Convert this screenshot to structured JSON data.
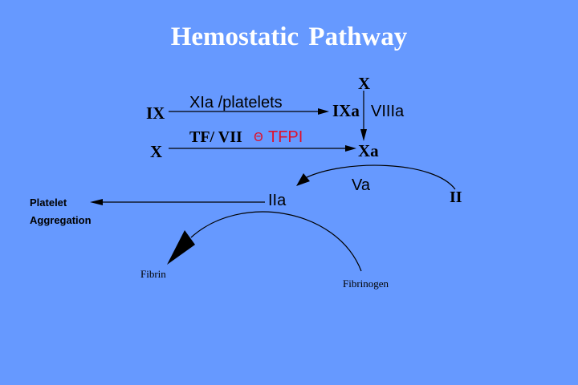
{
  "slide": {
    "title": "Hemostatic  Pathway",
    "background_color": "#6699ff",
    "title_color": "#ffffff",
    "inhibitor_color": "#e0102a"
  },
  "nodes": {
    "x_top": "X",
    "ix": "IX",
    "ixa": "IXa",
    "viiia": "VIIIa",
    "x_left": "X",
    "xa": "Xa",
    "va": "Va",
    "ii": "II",
    "iia": "IIa",
    "platelet_line1": "Platelet",
    "platelet_line2": "Aggregation",
    "fibrin": "Fibrin",
    "fibrinogen": "Fibrinogen"
  },
  "labels": {
    "xia_platelets": "XIa /platelets",
    "tf_vii": "TF/ VII",
    "inhibit_symbol": "Θ",
    "tfpi": "TFPI"
  },
  "edges": [
    {
      "from": "IX",
      "to": "IXa",
      "label": "XIa /platelets"
    },
    {
      "from": "X",
      "to": "Xa",
      "label": "TF/ VII Θ TFPI"
    },
    {
      "from": "X",
      "to": "Xa",
      "label": ""
    },
    {
      "from": "II",
      "to": "IIa",
      "label": "Va"
    },
    {
      "from": "IIa",
      "to": "Platelet Aggregation",
      "label": ""
    },
    {
      "from": "Fibrinogen",
      "to": "Fibrin",
      "label": ""
    }
  ]
}
